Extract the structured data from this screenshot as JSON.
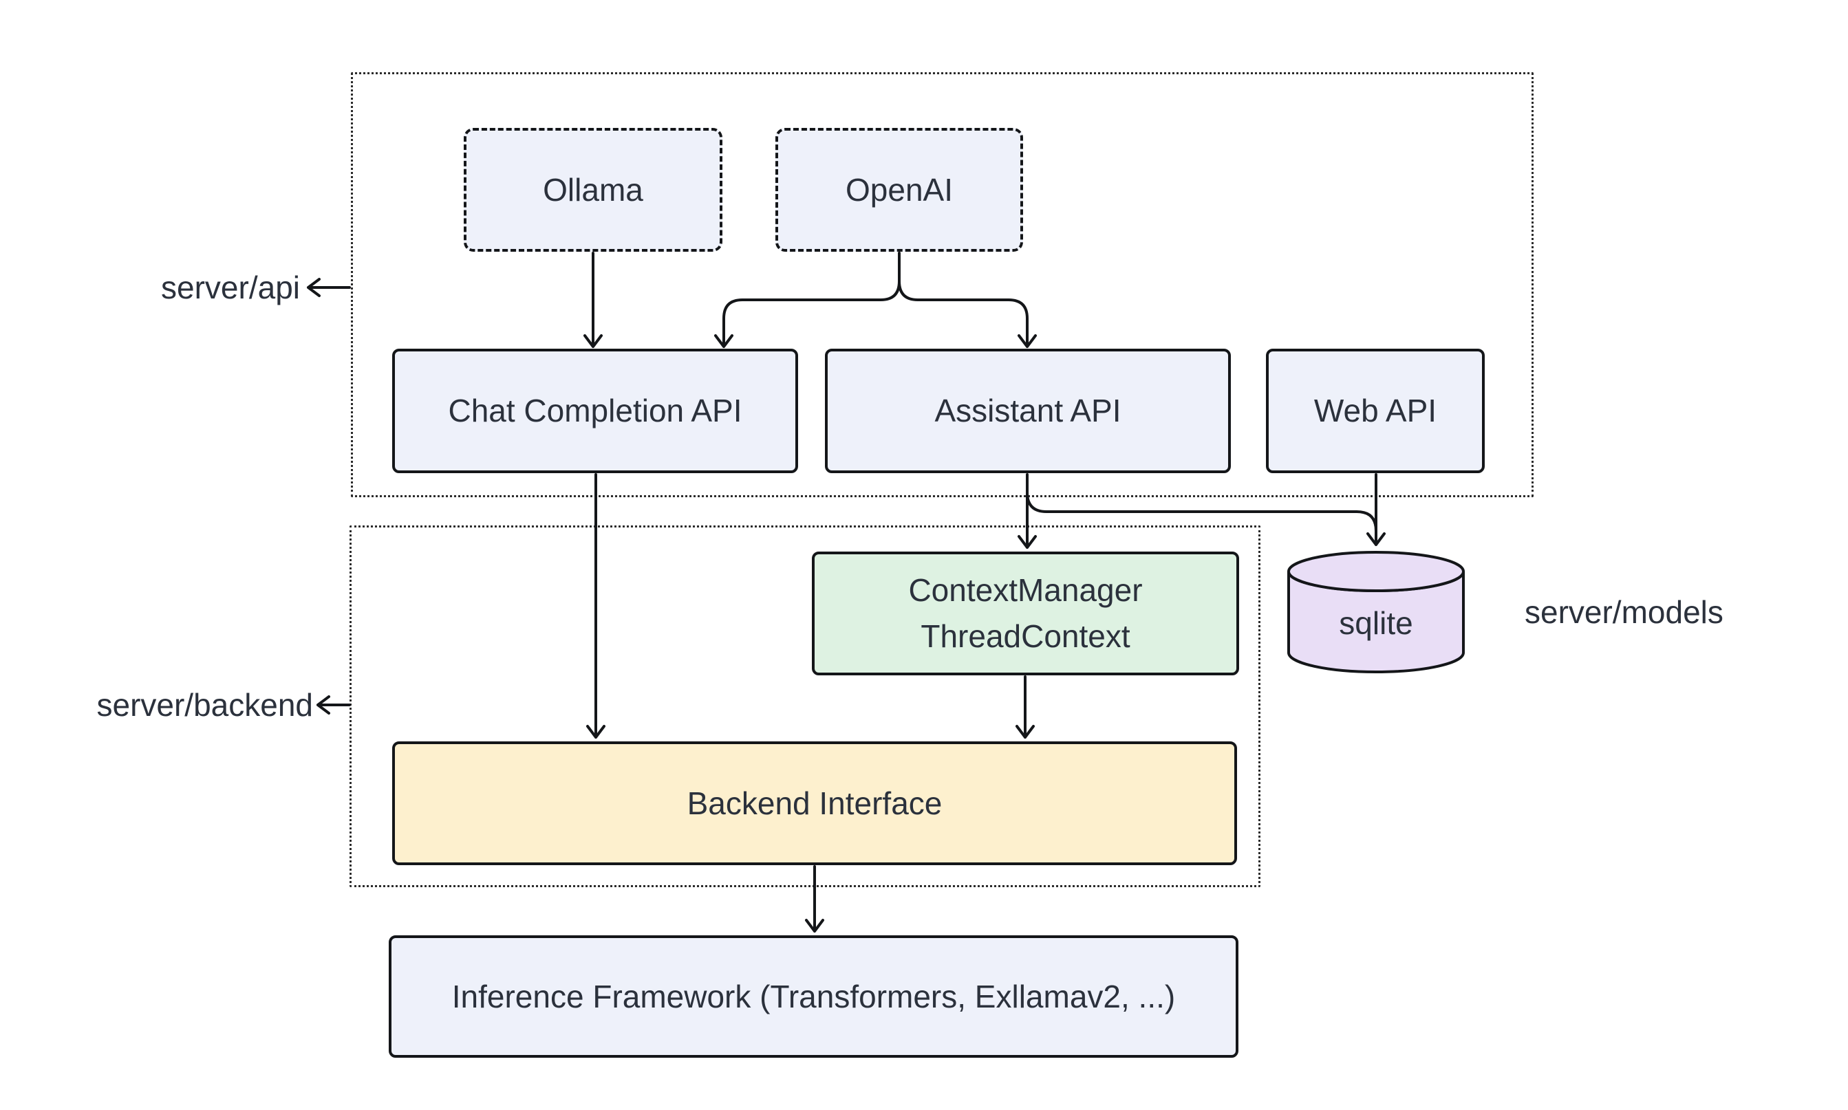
{
  "diagram": {
    "colors": {
      "node_fill_blue": "#eef1fa",
      "node_fill_green": "#def2e2",
      "node_fill_yellow": "#fdf0ce",
      "node_fill_purple": "#e9def6",
      "stroke": "#141619",
      "text": "#2b313c"
    },
    "groups": {
      "api": {
        "label": "server/api"
      },
      "backend": {
        "label": "server/backend"
      },
      "models": {
        "label": "server/models"
      }
    },
    "nodes": {
      "ollama": {
        "label": "Ollama"
      },
      "openai": {
        "label": "OpenAI"
      },
      "chat_completion": {
        "label": "Chat Completion API"
      },
      "assistant": {
        "label": "Assistant API"
      },
      "web": {
        "label": "Web API"
      },
      "context_manager": {
        "label_line1": "ContextManager",
        "label_line2": "ThreadContext"
      },
      "sqlite": {
        "label": "sqlite"
      },
      "backend_interface": {
        "label": "Backend Interface"
      },
      "inference": {
        "label": "Inference Framework (Transformers, Exllamav2, ...)"
      }
    }
  }
}
